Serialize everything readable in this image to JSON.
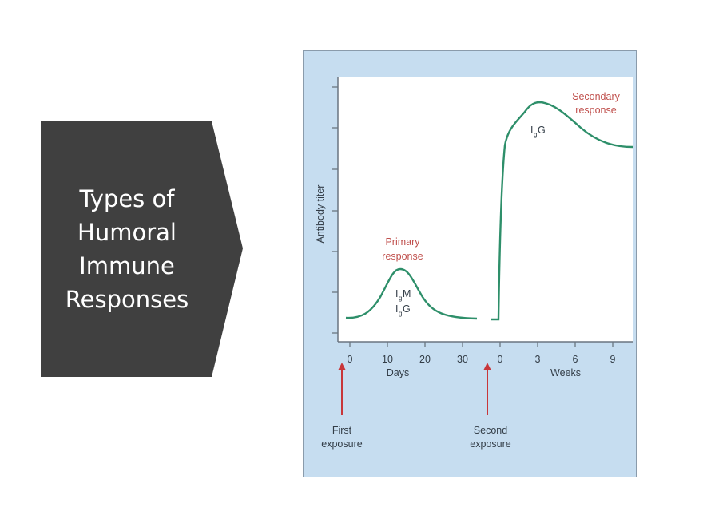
{
  "slide": {
    "title": "Types of\nHumoral\nImmune\nResponses",
    "title_bg": "#404040",
    "title_color": "#ffffff"
  },
  "figure": {
    "panel_bg": "#c6ddf0",
    "curve_color": "#2e8f6a",
    "label_color": "#c0504d",
    "arrow_color": "#c8363a"
  },
  "chart_data": {
    "type": "line",
    "title": "",
    "ylabel": "Antibody titer",
    "xlabel_segments": [
      {
        "label": "Days",
        "ticks": [
          "0",
          "10",
          "20",
          "30"
        ]
      },
      {
        "label": "Weeks",
        "ticks": [
          "0",
          "3",
          "6",
          "9"
        ]
      }
    ],
    "y_ticks_count": 7,
    "grid": false,
    "series": [
      {
        "name": "Primary response",
        "antibodies": [
          "IgM",
          "IgG"
        ],
        "x_unit": "days",
        "x": [
          0,
          5,
          10,
          14,
          18,
          25,
          35
        ],
        "y_relative": [
          0.06,
          0.09,
          0.18,
          0.26,
          0.18,
          0.07,
          0.05
        ]
      },
      {
        "name": "Secondary response",
        "antibodies": [
          "IgG"
        ],
        "x_unit": "weeks",
        "x": [
          -0.6,
          0,
          0.3,
          1,
          3,
          5,
          7,
          10
        ],
        "y_relative": [
          0.05,
          0.05,
          0.75,
          0.86,
          0.93,
          0.86,
          0.77,
          0.74
        ]
      }
    ],
    "annotations": [
      {
        "text": "Primary response",
        "type": "label"
      },
      {
        "text": "Secondary response",
        "type": "label"
      },
      {
        "text": "First exposure",
        "type": "arrow",
        "at": "Days 0"
      },
      {
        "text": "Second exposure",
        "type": "arrow",
        "at": "Weeks 0"
      }
    ],
    "curve_labels": {
      "primary": [
        "IgM",
        "IgG"
      ],
      "secondary": [
        "IgG"
      ]
    }
  },
  "labels": {
    "ylabel": "Antibody titer",
    "primary_1": "Primary",
    "primary_2": "response",
    "secondary_1": "Secondary",
    "secondary_2": "response",
    "igm_I": "I",
    "igm_g": "g",
    "igm_M": "M",
    "igg_I": "I",
    "igg_g": "g",
    "igg_G": "G",
    "days_ticks": [
      "0",
      "10",
      "20",
      "30"
    ],
    "weeks_ticks": [
      "0",
      "3",
      "6",
      "9"
    ],
    "days": "Days",
    "weeks": "Weeks",
    "first_1": "First",
    "first_2": "exposure",
    "second_1": "Second",
    "second_2": "exposure"
  }
}
